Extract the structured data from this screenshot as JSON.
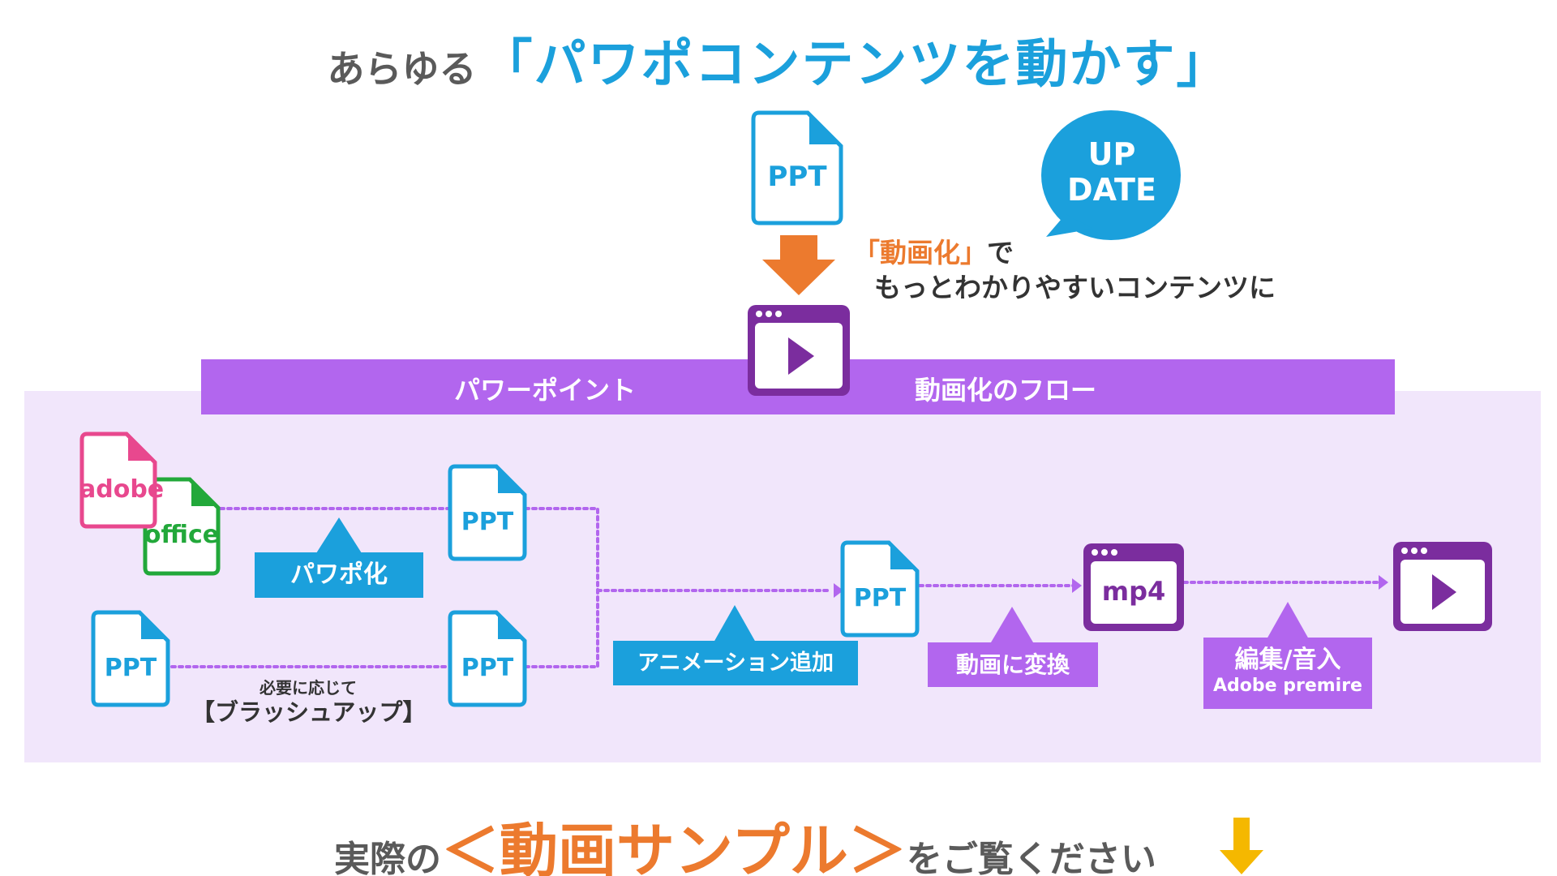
{
  "heading": {
    "prefix": "あらゆる",
    "main": "「パワポコンテンツを動かす」"
  },
  "top_doc_label": "PPT",
  "bubble": {
    "line1": "UP",
    "line2": "DATE"
  },
  "caption": {
    "quote": "「動画化」",
    "de": "で",
    "line2": "もっとわかりやすいコンテンツに"
  },
  "band": {
    "left_text": "パワーポイント",
    "right_text": "動画化のフロー"
  },
  "flow": {
    "adobe_label": "adobe",
    "office_label": "office",
    "ppt_label": "PPT",
    "mp4_label": "mp4",
    "tag_pawapo": "パワポ化",
    "tag_anim": "アニメーション追加",
    "tag_convert": "動画に変換",
    "tag_edit_line1": "編集/音入",
    "tag_edit_line2": "Adobe premire",
    "note_small": "必要に応じて",
    "note_bracket": "【ブラッシュアップ】"
  },
  "footer": {
    "prefix": "実際の",
    "main": "＜動画サンプル＞",
    "suffix": "をご覧ください"
  },
  "colors": {
    "blue": "#1ba0dc",
    "purple": "#b266ee",
    "dark_purple": "#7b2d9e",
    "orange": "#ec7a2e",
    "pink": "#e8488e",
    "green": "#22a83a",
    "yellow": "#f5b800",
    "panel": "#f1e6fb"
  }
}
